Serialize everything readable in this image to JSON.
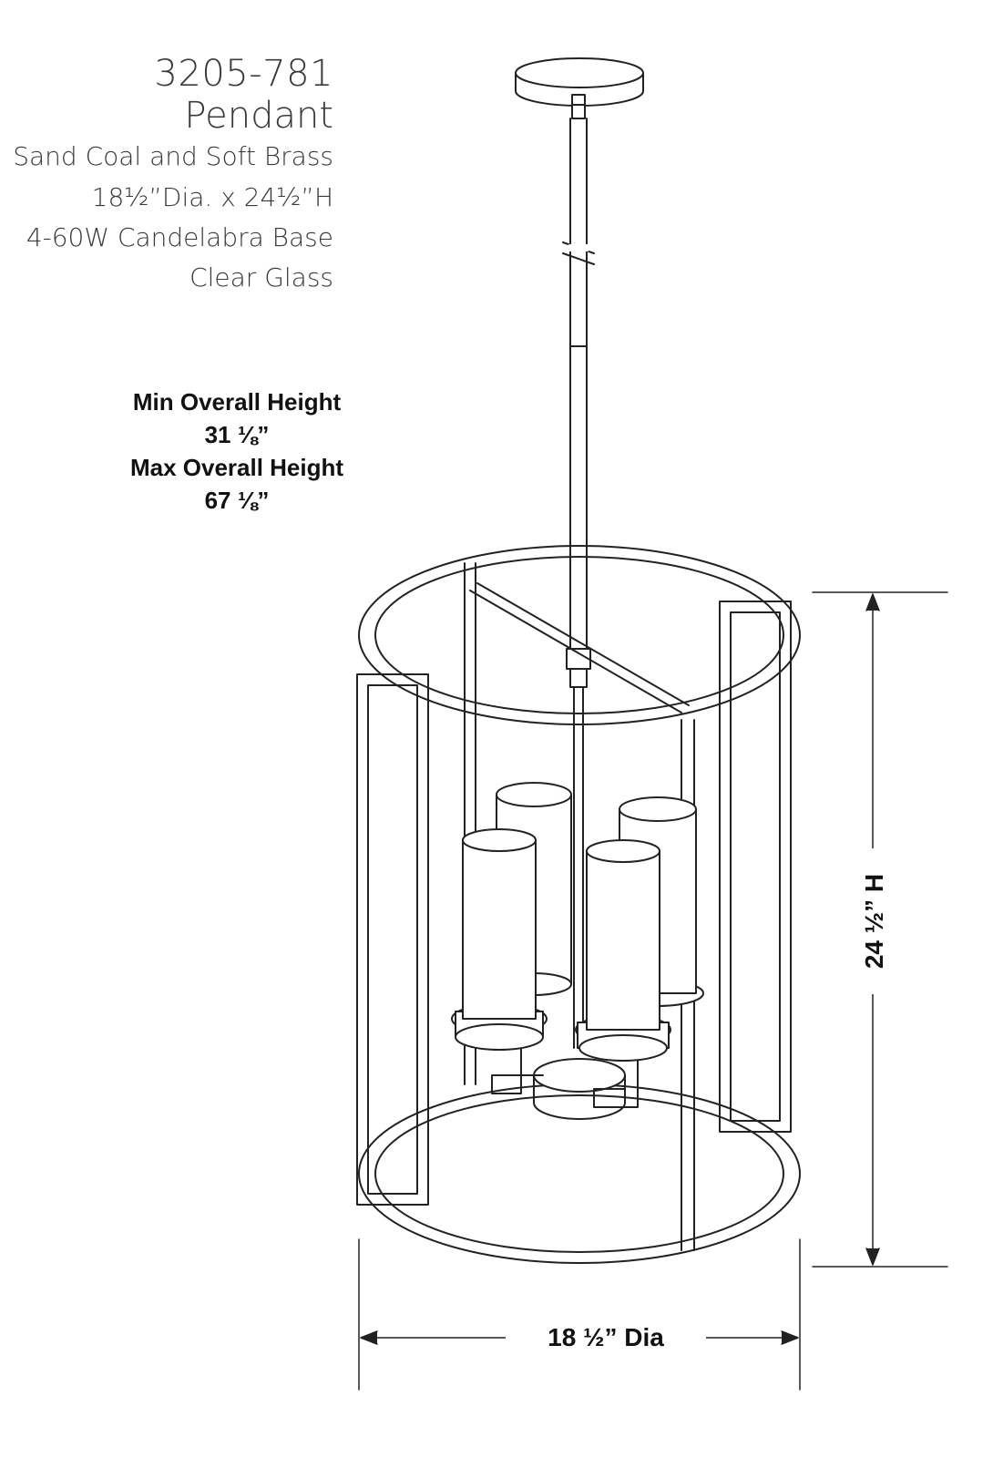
{
  "product": {
    "model": "3205-781",
    "type": "Pendant",
    "finish": "Sand Coal and Soft Brass",
    "size": "18½”Dia. x 24½”H",
    "lamping": "4-60W Candelabra Base",
    "glass": "Clear Glass"
  },
  "heights": {
    "min_label": "Min Overall Height",
    "min_value": "31 ⅛”",
    "max_label": "Max Overall Height",
    "max_value": "67 ⅛”"
  },
  "dimensions": {
    "height": "24 ½” H",
    "diameter": "18 ½” Dia"
  }
}
